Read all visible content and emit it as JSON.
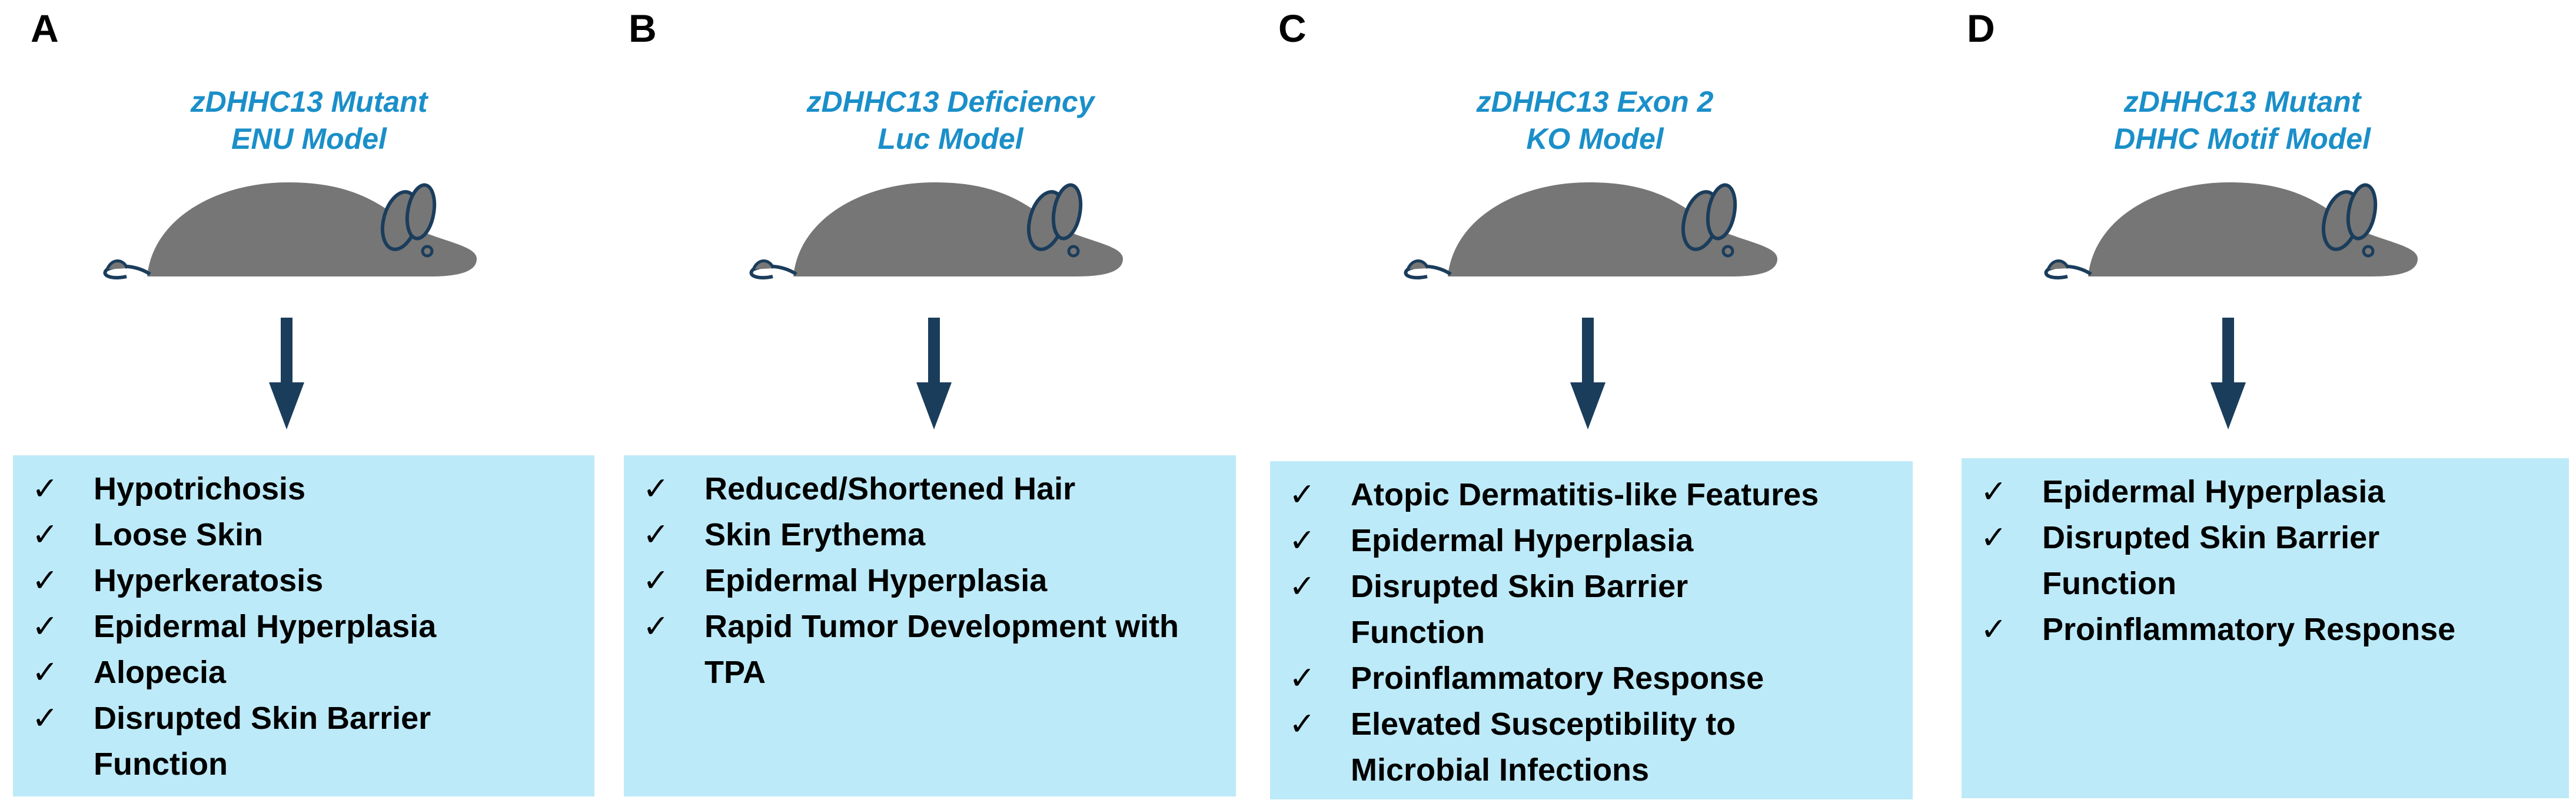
{
  "colors": {
    "title_blue": "#1a8fc9",
    "mouse_gray": "#767676",
    "mouse_outline": "#1b3d5c",
    "arrow_navy": "#1b3d5c",
    "box_fill": "#bdeaf8"
  },
  "panels": [
    {
      "letter": "A",
      "title_line1": "zDHHC13 Mutant",
      "title_line2": "ENU Model",
      "icon": "mouse-icon",
      "items": [
        {
          "check": "✓",
          "text": "Hypotrichosis"
        },
        {
          "check": "✓",
          "text": "Loose Skin"
        },
        {
          "check": "✓",
          "text": "Hyperkeratosis"
        },
        {
          "check": "✓",
          "text": "Epidermal  Hyperplasia"
        },
        {
          "check": "✓",
          "text": "Alopecia"
        },
        {
          "check": "✓",
          "text": "Disrupted Skin Barrier Function"
        }
      ]
    },
    {
      "letter": "B",
      "title_line1": "zDHHC13 Deficiency",
      "title_line2": "Luc Model",
      "icon": "mouse-icon",
      "items": [
        {
          "check": "✓",
          "text": "Reduced/Shortened Hair"
        },
        {
          "check": "✓",
          "text": "Skin Erythema"
        },
        {
          "check": "✓",
          "text": "Epidermal Hyperplasia"
        },
        {
          "check": "✓",
          "text": "Rapid Tumor Development with TPA"
        }
      ]
    },
    {
      "letter": "C",
      "title_line1": "zDHHC13 Exon 2",
      "title_line2": "KO Model",
      "icon": "mouse-icon",
      "items": [
        {
          "check": "✓",
          "text": "Atopic Dermatitis-like Features"
        },
        {
          "check": "✓",
          "text": "Epidermal Hyperplasia"
        },
        {
          "check": "✓",
          "text": "Disrupted Skin Barrier Function"
        },
        {
          "check": "✓",
          "text": "Proinflammatory  Response"
        },
        {
          "check": "✓",
          "text": "Elevated Susceptibility to Microbial Infections"
        }
      ]
    },
    {
      "letter": "D",
      "title_line1": "zDHHC13 Mutant",
      "title_line2": "DHHC Motif Model",
      "icon": "mouse-icon",
      "items": [
        {
          "check": "✓",
          "text": "Epidermal Hyperplasia"
        },
        {
          "check": "✓",
          "text": "Disrupted Skin Barrier Function"
        },
        {
          "check": "✓",
          "text": "Proinflammatory  Response"
        }
      ]
    }
  ]
}
